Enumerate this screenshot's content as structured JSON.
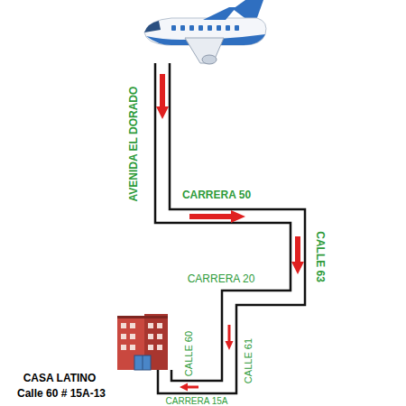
{
  "diagram": {
    "labels": [
      "AVENIDA EL DORADO",
      "CARRERA 50",
      "CALLE 63",
      "CARRERA 20",
      "CALLE 60",
      "CALLE 61",
      "CARRERA 15A",
      "CASA LATINO",
      "Calle 60 # 15A-13"
    ]
  }
}
